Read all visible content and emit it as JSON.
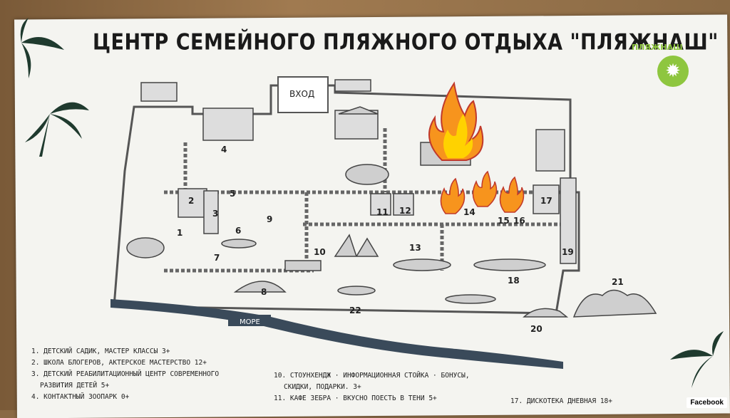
{
  "title": "ЦЕНТР СЕМЕЙНОГО ПЛЯЖНОГО ОТДЫХА \"ПЛЯЖНАШ\"",
  "brand_text": "ПЛЯЖНАШ",
  "entrance_label": "ВХОД",
  "sea_label": "МОРЕ",
  "zones": [
    {
      "id": "z1",
      "num": "1"
    },
    {
      "id": "z2",
      "num": "2"
    },
    {
      "id": "z3",
      "num": "3"
    },
    {
      "id": "z4",
      "num": "4"
    },
    {
      "id": "z5",
      "num": "5"
    },
    {
      "id": "z6",
      "num": "6"
    },
    {
      "id": "z7",
      "num": "7"
    },
    {
      "id": "z8",
      "num": "8"
    },
    {
      "id": "z9",
      "num": "9"
    },
    {
      "id": "z10",
      "num": "10"
    },
    {
      "id": "z11",
      "num": "11"
    },
    {
      "id": "z12",
      "num": "12"
    },
    {
      "id": "z13",
      "num": "13"
    },
    {
      "id": "z14",
      "num": "14"
    },
    {
      "id": "z15",
      "num": "15"
    },
    {
      "id": "z16",
      "num": "16"
    },
    {
      "id": "z17",
      "num": "17"
    },
    {
      "id": "z18",
      "num": "18"
    },
    {
      "id": "z19",
      "num": "19"
    },
    {
      "id": "z20",
      "num": "20"
    },
    {
      "id": "z21",
      "num": "21"
    },
    {
      "id": "z22",
      "num": "22"
    }
  ],
  "legend_left": [
    "1. ДЕТСКИЙ САДИК, МАСТЕР КЛАССЫ 3+",
    "2. ШКОЛА БЛОГЕРОВ, АКТЕРСКОЕ МАСТЕРСТВО 12+",
    "3. ДЕТСКИЙ РЕАБИЛИТАЦИОННЫЙ ЦЕНТР СОВРЕМЕННОГО",
    "   РАЗВИТИЯ ДЕТЕЙ 5+",
    "4. КОНТАКТНЫЙ ЗООПАРК 0+"
  ],
  "legend_mid": [
    "10. СТОУНХЕНДЖ · ИНФОРМАЦИОННАЯ СТОЙКА · БОНУСЫ,",
    "    СКИДКИ, ПОДАРКИ. 3+",
    "11. КАФЕ ЗЕБРА · ВКУСНО ПОЕСТЬ В ТЕНИ 5+"
  ],
  "legend_right": [
    "17. ДИСКОТЕКА ДНЕВНАЯ 18+"
  ],
  "watermark": "Facebook"
}
